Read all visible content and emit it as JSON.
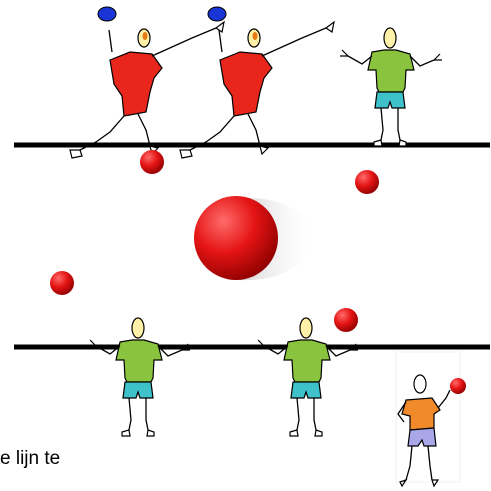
{
  "caption": "e lijn te",
  "colors": {
    "line": "#000000",
    "red_shirt": "#e8261b",
    "green_shirt": "#8ac43f",
    "shorts": "#3ec1c9",
    "orange_shirt": "#f08a2a",
    "lavender_shorts": "#aaa7e8",
    "paddle": "#1a35d6",
    "ball": "#e51414",
    "head": "#fff2a8"
  },
  "figures": [
    {
      "name": "red-player-left",
      "icon": "red-shirt-player-with-paddle-icon"
    },
    {
      "name": "red-player-middle",
      "icon": "red-shirt-player-with-paddle-icon"
    },
    {
      "name": "green-player-top",
      "icon": "green-shirt-player-icon"
    },
    {
      "name": "green-player-bottom-left",
      "icon": "green-shirt-player-icon"
    },
    {
      "name": "green-player-bottom-right",
      "icon": "green-shirt-player-icon"
    },
    {
      "name": "orange-player-corner",
      "icon": "orange-shirt-player-with-ball-icon"
    }
  ]
}
